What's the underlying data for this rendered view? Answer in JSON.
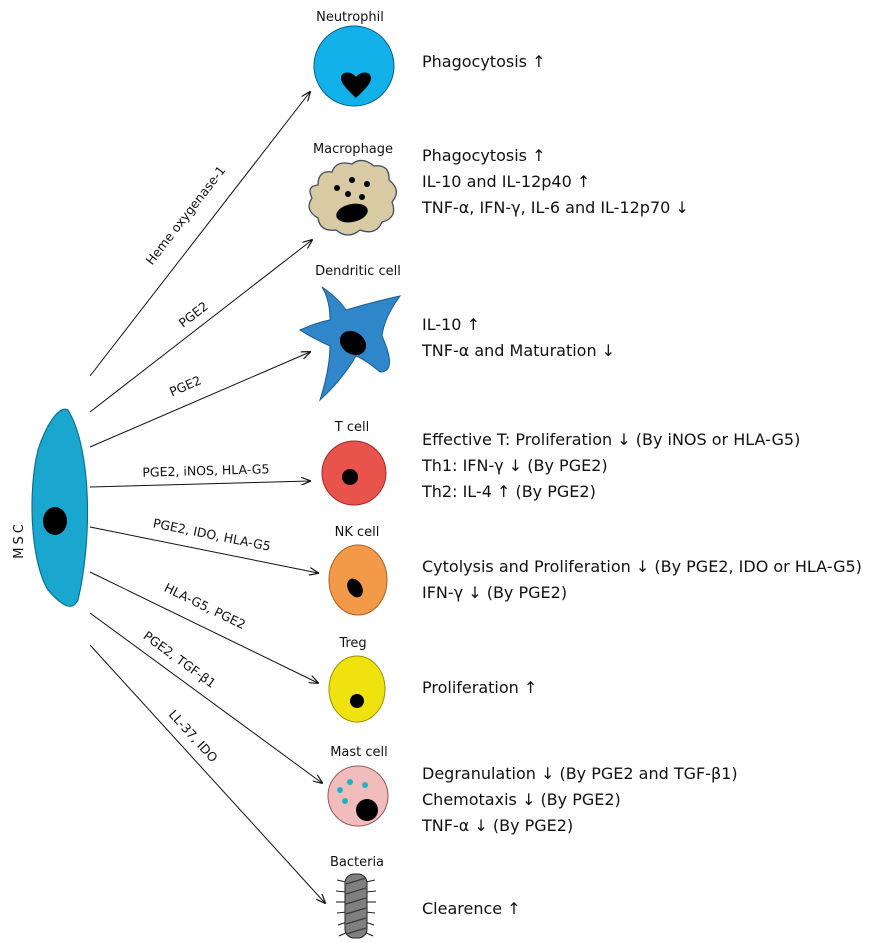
{
  "msc": {
    "label": "MSC"
  },
  "arrows": [
    {
      "label": "Heme oxygenase-1"
    },
    {
      "label": "PGE2"
    },
    {
      "label": "PGE2"
    },
    {
      "label": "PGE2, iNOS, HLA-G5"
    },
    {
      "label": "PGE2, IDO, HLA-G5"
    },
    {
      "label": "HLA-G5, PGE2"
    },
    {
      "label": "PGE2, TGF-β1"
    },
    {
      "label": "LL-37, IDO"
    }
  ],
  "cells": [
    {
      "name": "Neutrophil",
      "effects": [
        "Phagocytosis ↑"
      ]
    },
    {
      "name": "Macrophage",
      "effects": [
        "Phagocytosis ↑",
        "IL-10 and IL-12p40 ↑",
        "TNF-α, IFN-γ, IL-6 and IL-12p70 ↓"
      ]
    },
    {
      "name": "Dendritic cell",
      "effects": [
        "IL-10 ↑",
        "TNF-α and Maturation ↓"
      ]
    },
    {
      "name": "T cell",
      "effects": [
        "Effective T:  Proliferation ↓ (By iNOS or HLA-G5)",
        "Th1:  IFN-γ ↓ (By PGE2)",
        "Th2:  IL-4 ↑ (By PGE2)"
      ]
    },
    {
      "name": "NK cell",
      "effects": [
        "Cytolysis and Proliferation ↓  (By PGE2, IDO or HLA-G5)",
        "IFN-γ ↓ (By PGE2)"
      ]
    },
    {
      "name": "Treg",
      "effects": [
        "Proliferation ↑"
      ]
    },
    {
      "name": "Mast cell",
      "effects": [
        "Degranulation ↓ (By PGE2 and TGF-β1)",
        "Chemotaxis ↓ (By PGE2)",
        "TNF-α ↓ (By PGE2)"
      ]
    },
    {
      "name": "Bacteria",
      "effects": [
        "Clearence ↑"
      ]
    }
  ],
  "colors": {
    "msc": "#1aa7cf",
    "neutrophil": "#12b1ea",
    "macrophage": "#d8cba4",
    "dendritic": "#2f86c8",
    "tcell": "#e8534c",
    "nkcell": "#f29a47",
    "treg": "#f0e20e",
    "mast": "#f3bcbc",
    "mast_granule": "#1db3c6",
    "bacteria": "#808080"
  }
}
